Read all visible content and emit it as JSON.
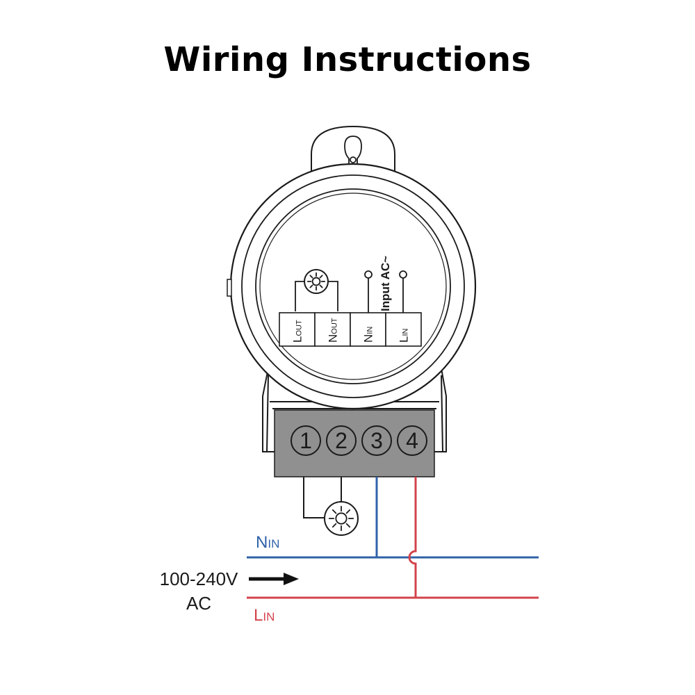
{
  "title": "Wiring Instructions",
  "colors": {
    "neutral": "#2f62a8",
    "live": "#d2434b",
    "terminal_block": "#909090",
    "outline": "#1a1a1a"
  },
  "device": {
    "terminals": [
      {
        "big": "L",
        "small": "OUT"
      },
      {
        "big": "N",
        "small": "OUT"
      },
      {
        "big": "N",
        "small": "IN"
      },
      {
        "big": "L",
        "small": "IN"
      }
    ],
    "input_label": "Input AC~",
    "block_numbers": [
      "1",
      "2",
      "3",
      "4"
    ]
  },
  "wiring": {
    "neutral": {
      "big": "N",
      "small": "IN"
    },
    "live": {
      "big": "L",
      "small": "IN"
    },
    "supply_line1": "100-240V",
    "supply_line2": "AC"
  },
  "icons": [
    "lamp-icon",
    "arrow-right-icon",
    "keyhole-icon"
  ]
}
